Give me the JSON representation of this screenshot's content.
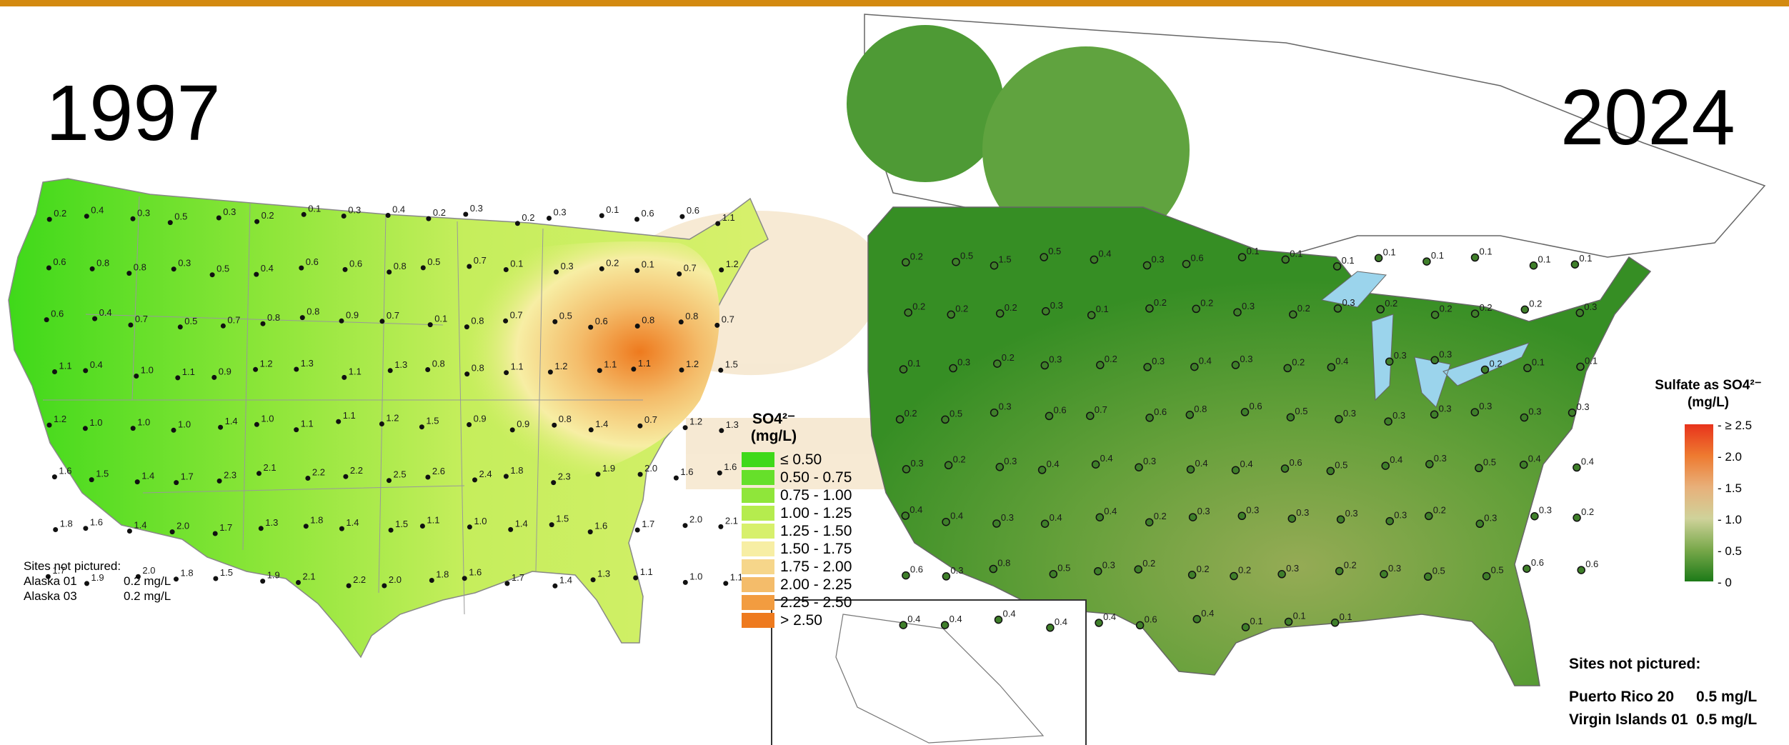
{
  "colors": {
    "banner": "#d38a10",
    "greenDeep": "#2f8a20",
    "greenMid": "#4e9a35",
    "lake": "#9bd4ec",
    "ink": "#1a1a1a"
  },
  "map1997": {
    "year": "1997",
    "legend_title": "SO4²⁻ (mg/L)",
    "legend": [
      {
        "label": "≤ 0.50",
        "color": "#3fd91a"
      },
      {
        "label": "0.50 - 0.75",
        "color": "#66e02a"
      },
      {
        "label": "0.75 - 1.00",
        "color": "#8fe63a"
      },
      {
        "label": "1.00 - 1.25",
        "color": "#b5ec4e"
      },
      {
        "label": "1.25 - 1.50",
        "color": "#d7f06c"
      },
      {
        "label": "1.50 - 1.75",
        "color": "#f7eea4"
      },
      {
        "label": "1.75 - 2.00",
        "color": "#f6d68a"
      },
      {
        "label": "2.00 - 2.25",
        "color": "#f4bc6a"
      },
      {
        "label": "2.25 - 2.50",
        "color": "#f29c40"
      },
      {
        "label": "> 2.50",
        "color": "#ee7a1e"
      }
    ],
    "not_pictured_title": "Sites not pictured:",
    "not_pictured": [
      {
        "site": "Alaska 01",
        "value": "0.2 mg/L"
      },
      {
        "site": "Alaska 03",
        "value": "0.2 mg/L"
      }
    ]
  },
  "map2024": {
    "year": "2024",
    "legend_title_1": "Sulfate as SO4²⁻",
    "legend_title_2": "(mg/L)",
    "ticks": [
      "≥ 2.5",
      "2.0",
      "1.5",
      "1.0",
      "0.5",
      "0"
    ],
    "not_pictured_title": "Sites not pictured:",
    "not_pictured": [
      {
        "site": "Puerto Rico 20",
        "value": "0.5 mg/L"
      },
      {
        "site": "Virgin Islands 01",
        "value": "0.5 mg/L"
      }
    ]
  },
  "sites1997": [
    "0.2",
    "0.4",
    "0.3",
    "0.5",
    "0.3",
    "0.2",
    "0.1",
    "0.3",
    "0.4",
    "0.2",
    "0.3",
    "0.2",
    "0.3",
    "0.1",
    "0.6",
    "0.6",
    "1.1",
    "0.6",
    "0.8",
    "0.8",
    "0.3",
    "0.5",
    "0.4",
    "0.6",
    "0.6",
    "0.8",
    "0.5",
    "0.7",
    "0.1",
    "0.3",
    "0.2",
    "0.1",
    "0.7",
    "1.2",
    "0.6",
    "0.4",
    "0.7",
    "0.5",
    "0.7",
    "0.8",
    "0.8",
    "0.9",
    "0.7",
    "0.1",
    "0.8",
    "0.7",
    "0.5",
    "0.6",
    "0.8",
    "0.8",
    "0.7",
    "1.1",
    "0.4",
    "1.0",
    "1.1",
    "0.9",
    "1.2",
    "1.3",
    "1.1",
    "1.3",
    "0.8",
    "0.8",
    "1.1",
    "1.2",
    "1.1",
    "1.1",
    "1.2",
    "1.5",
    "1.2",
    "1.0",
    "1.0",
    "1.0",
    "1.4",
    "1.0",
    "1.1",
    "1.1",
    "1.2",
    "1.5",
    "0.9",
    "0.9",
    "0.8",
    "1.4",
    "0.7",
    "1.2",
    "1.3",
    "1.6",
    "1.5",
    "1.4",
    "1.7",
    "2.3",
    "2.1",
    "2.2",
    "2.2",
    "2.5",
    "2.6",
    "2.4",
    "1.8",
    "2.3",
    "1.9",
    "2.0",
    "1.6",
    "1.6",
    "1.8",
    "1.6",
    "1.4",
    "2.0",
    "1.7",
    "1.3",
    "1.8",
    "1.4",
    "1.5",
    "1.1",
    "1.0",
    "1.4",
    "1.5",
    "1.6",
    "1.7",
    "2.0",
    "2.1",
    "1.7",
    "1.9",
    "2.0",
    "1.8",
    "1.5",
    "1.9",
    "2.1",
    "2.2",
    "2.0",
    "1.8",
    "1.6",
    "1.7",
    "1.4",
    "1.3",
    "1.1",
    "1.0",
    "1.1"
  ],
  "sites2024": [
    "0.2",
    "0.5",
    "1.5",
    "0.5",
    "0.4",
    "0.3",
    "0.6",
    "0.1",
    "0.1",
    "0.1",
    "0.1",
    "0.1",
    "0.1",
    "0.1",
    "0.1",
    "0.2",
    "0.2",
    "0.2",
    "0.3",
    "0.1",
    "0.2",
    "0.2",
    "0.3",
    "0.2",
    "0.3",
    "0.2",
    "0.2",
    "0.2",
    "0.2",
    "0.3",
    "0.1",
    "0.3",
    "0.2",
    "0.3",
    "0.2",
    "0.3",
    "0.4",
    "0.3",
    "0.2",
    "0.4",
    "0.3",
    "0.3",
    "0.2",
    "0.1",
    "0.1",
    "0.2",
    "0.5",
    "0.3",
    "0.6",
    "0.7",
    "0.6",
    "0.8",
    "0.6",
    "0.5",
    "0.3",
    "0.3",
    "0.3",
    "0.3",
    "0.3",
    "0.3",
    "0.3",
    "0.2",
    "0.3",
    "0.4",
    "0.4",
    "0.3",
    "0.4",
    "0.4",
    "0.6",
    "0.5",
    "0.4",
    "0.3",
    "0.5",
    "0.4",
    "0.4",
    "0.4",
    "0.4",
    "0.3",
    "0.4",
    "0.4",
    "0.2",
    "0.3",
    "0.3",
    "0.3",
    "0.3",
    "0.3",
    "0.2",
    "0.3",
    "0.3",
    "0.2",
    "0.6",
    "0.3",
    "0.8",
    "0.5",
    "0.3",
    "0.2",
    "0.2",
    "0.2",
    "0.3",
    "0.2",
    "0.3",
    "0.5",
    "0.5",
    "0.6",
    "0.6",
    "0.4",
    "0.4",
    "0.4",
    "0.4",
    "0.4",
    "0.6",
    "0.4",
    "0.1",
    "0.1",
    "0.1"
  ]
}
